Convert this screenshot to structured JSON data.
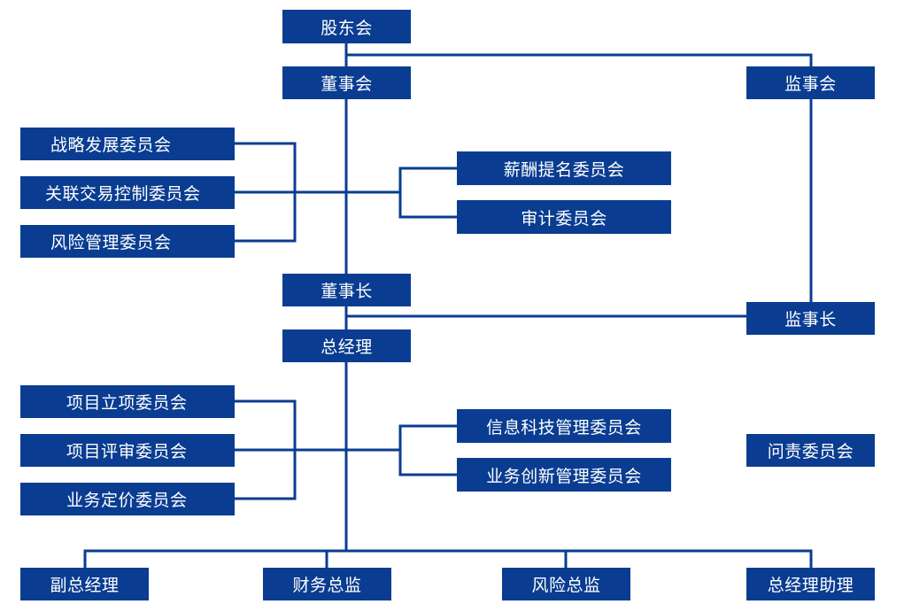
{
  "nodes": {
    "shareholders_meeting": "股东会",
    "board_of_directors": "董事会",
    "board_of_supervisors": "监事会",
    "strategy_committee": "战略发展委员会",
    "related_party_committee": "关联交易控制委员会",
    "risk_committee": "风险管理委员会",
    "remuneration_committee": "薪酬提名委员会",
    "audit_committee": "审计委员会",
    "chairman": "董事长",
    "chief_supervisor": "监事长",
    "general_manager": "总经理",
    "project_approval_committee": "项目立项委员会",
    "project_review_committee": "项目评审委员会",
    "pricing_committee": "业务定价委员会",
    "it_committee": "信息科技管理委员会",
    "innovation_committee": "业务创新管理委员会",
    "accountability_committee": "问责委员会",
    "deputy_gm": "副总经理",
    "cfo": "财务总监",
    "cro": "风险总监",
    "gm_assistant": "总经理助理"
  },
  "colors": {
    "box": "#0a3d91",
    "text": "#ffffff",
    "line": "#0a3d91"
  }
}
